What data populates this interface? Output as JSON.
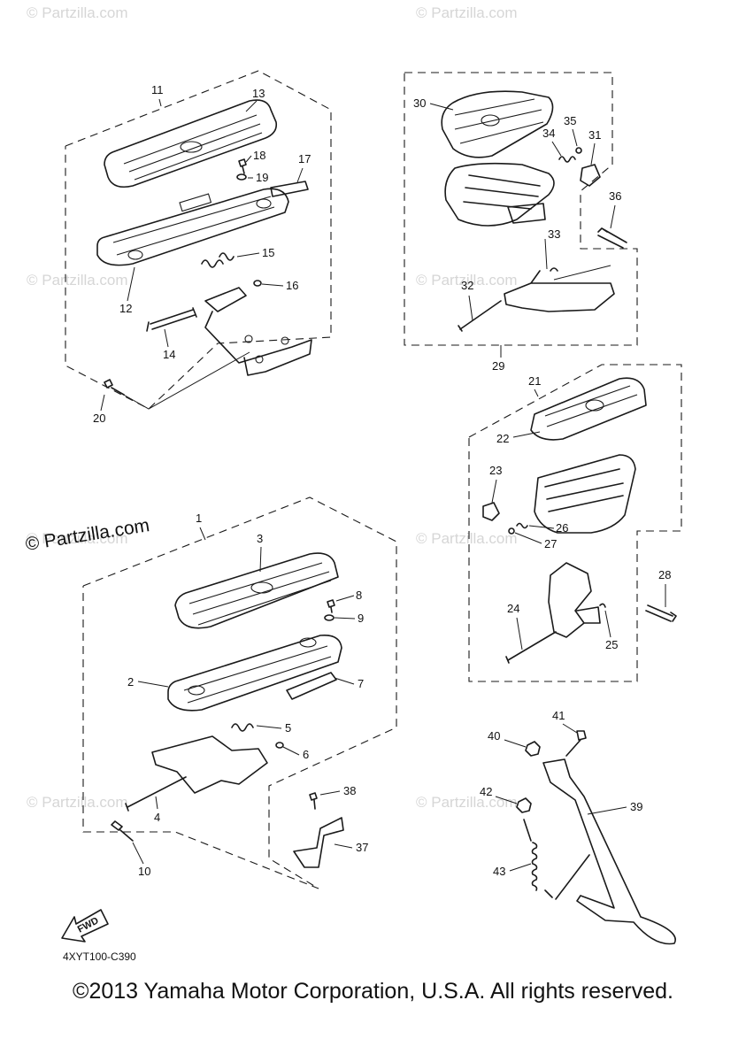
{
  "watermarks": {
    "main": "© Partzilla.com",
    "faint": "© Partzilla.com"
  },
  "diagram_code": "4XYT100-C390",
  "fwd_label": "FWD",
  "copyright": "©2013 Yamaha Motor Corporation, U.S.A. All rights reserved.",
  "callouts": {
    "c1": "1",
    "c2": "2",
    "c3": "3",
    "c4": "4",
    "c5": "5",
    "c6": "6",
    "c7": "7",
    "c8": "8",
    "c9": "9",
    "c10": "10",
    "c11": "11",
    "c12": "12",
    "c13": "13",
    "c14": "14",
    "c15": "15",
    "c16": "16",
    "c17": "17",
    "c18": "18",
    "c19": "19",
    "c20": "20",
    "c21": "21",
    "c22": "22",
    "c23": "23",
    "c24": "24",
    "c25": "25",
    "c26": "26",
    "c27": "27",
    "c28": "28",
    "c29": "29",
    "c30": "30",
    "c31": "31",
    "c32": "32",
    "c33": "33",
    "c34": "34",
    "c35": "35",
    "c36": "36",
    "c37": "37",
    "c38": "38",
    "c39": "39",
    "c40": "40",
    "c41": "41",
    "c42": "42",
    "c43": "43"
  }
}
